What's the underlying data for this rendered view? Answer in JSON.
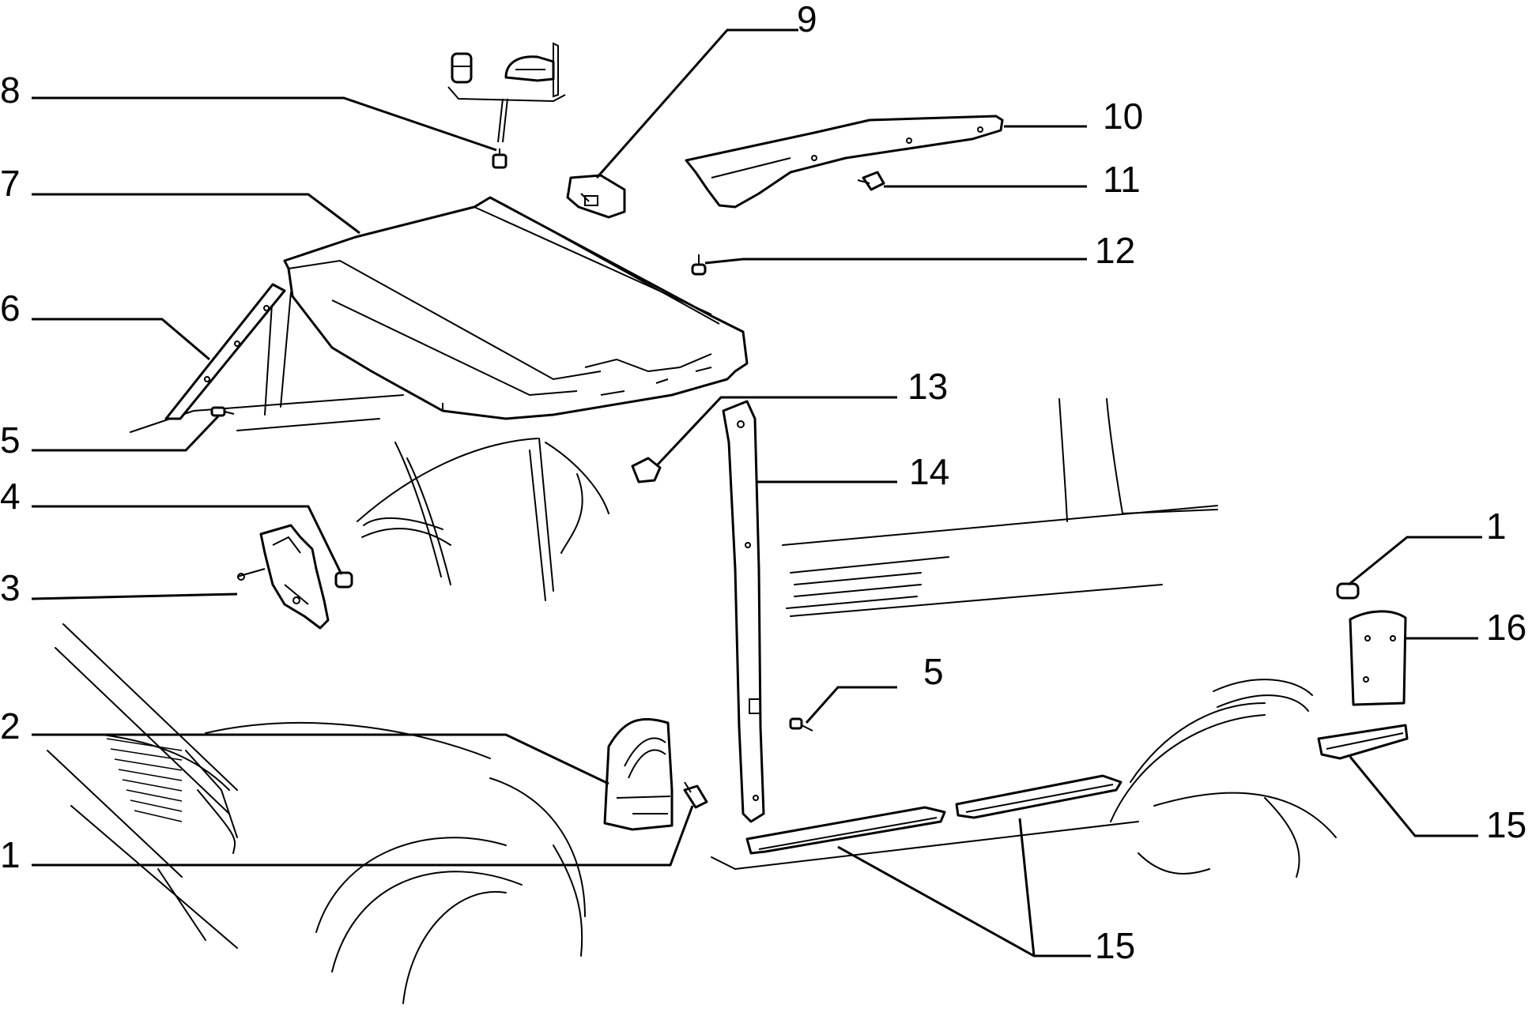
{
  "callouts": {
    "c1_lower": "1",
    "c1_right": "1",
    "c2": "2",
    "c3": "3",
    "c4": "4",
    "c5_upper": "5",
    "c5_mid": "5",
    "c6": "6",
    "c7": "7",
    "c8": "8",
    "c9": "9",
    "c10": "10",
    "c11": "11",
    "c12": "12",
    "c13": "13",
    "c14": "14",
    "c15_right": "15",
    "c15_bottom": "15",
    "c16": "16"
  }
}
